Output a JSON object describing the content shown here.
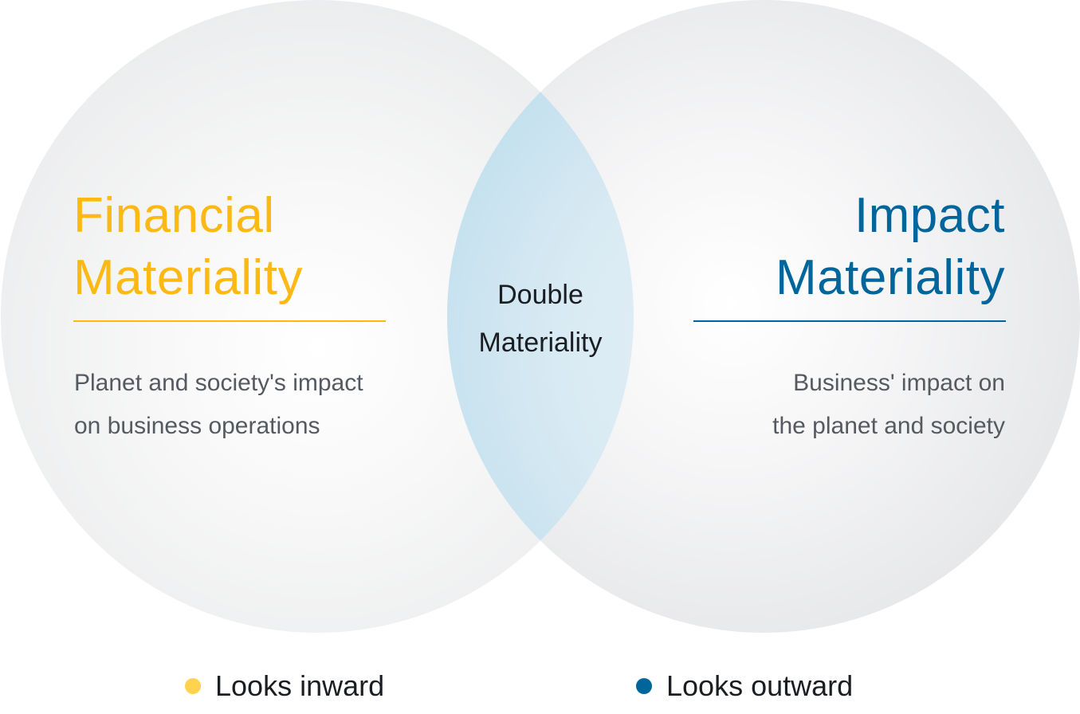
{
  "colors": {
    "financial_accent": "#FDB913",
    "impact_accent": "#00659A",
    "overlap_fill": "#C6E2EF",
    "circle_fill_edge": "#EDEEEF",
    "circle_fill_center": "#FFFFFF",
    "body_text": "#555A60",
    "dark_text": "#1A1D21",
    "legend_inward_dot": "#FFD34D",
    "legend_outward_dot": "#00659A"
  },
  "left_circle": {
    "title_line1": "Financial",
    "title_line2": "Materiality",
    "description_line1": "Planet and society's impact",
    "description_line2": "on business operations"
  },
  "right_circle": {
    "title_line1": "Impact",
    "title_line2": "Materiality",
    "description_line1": "Business' impact on",
    "description_line2": "the planet and society"
  },
  "overlap": {
    "label_line1": "Double",
    "label_line2": "Materiality"
  },
  "legend": [
    {
      "label": "Looks inward",
      "color": "#FFD34D"
    },
    {
      "label": "Looks outward",
      "color": "#00659A"
    }
  ]
}
